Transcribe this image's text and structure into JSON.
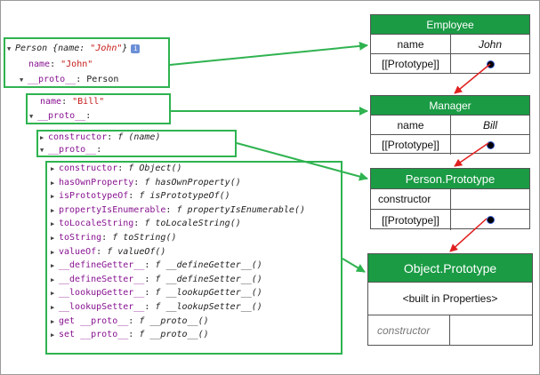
{
  "console": {
    "person_line": {
      "name": "Person",
      "preview_open": " {name: ",
      "preview_val": "\"John\"",
      "preview_close": "}"
    },
    "person_name": {
      "key": "name",
      "value": "\"John\""
    },
    "person_proto": {
      "key": "__proto__",
      "value": "Person"
    },
    "bill_name": {
      "key": "name",
      "value": "\"Bill\""
    },
    "bill_proto": {
      "key": "__proto__",
      "value": ""
    },
    "ctor_line": {
      "key": "constructor",
      "f": "f",
      "value": "(name)"
    },
    "ctor_proto": {
      "key": "__proto__"
    },
    "object_members": [
      {
        "key": "constructor",
        "f": "f",
        "value": "Object()"
      },
      {
        "key": "hasOwnProperty",
        "f": "f",
        "value": "hasOwnProperty()"
      },
      {
        "key": "isPrototypeOf",
        "f": "f",
        "value": "isPrototypeOf()"
      },
      {
        "key": "propertyIsEnumerable",
        "f": "f",
        "value": "propertyIsEnumerable()"
      },
      {
        "key": "toLocaleString",
        "f": "f",
        "value": "toLocaleString()"
      },
      {
        "key": "toString",
        "f": "f",
        "value": "toString()"
      },
      {
        "key": "valueOf",
        "f": "f",
        "value": "valueOf()"
      },
      {
        "key": "__defineGetter__",
        "f": "f",
        "value": "__defineGetter__()"
      },
      {
        "key": "__defineSetter__",
        "f": "f",
        "value": "__defineSetter__()"
      },
      {
        "key": "__lookupGetter__",
        "f": "f",
        "value": "__lookupGetter__()"
      },
      {
        "key": "__lookupSetter__",
        "f": "f",
        "value": "__lookupSetter__()"
      },
      {
        "key": "get __proto__",
        "f": "f",
        "value": "__proto__()"
      },
      {
        "key": "set __proto__",
        "f": "f",
        "value": "__proto__()"
      }
    ]
  },
  "cards": {
    "employee": {
      "title": "Employee",
      "prop_label": "name",
      "prop_value": "John",
      "proto_label": "[[Prototype]]"
    },
    "manager": {
      "title": "Manager",
      "prop_label": "name",
      "prop_value": "Bill",
      "proto_label": "[[Prototype]]"
    },
    "person_prototype": {
      "title": "Person.Prototype",
      "prop_label": "constructor",
      "prop_value": "",
      "proto_label": "[[Prototype]]"
    },
    "object_prototype": {
      "title": "Object.Prototype",
      "builtin_label": "<built in Properties>",
      "ctor_label": "constructor"
    }
  },
  "colors": {
    "highlight_green": "#2fb350",
    "header_green": "#1a9b44",
    "arrow_green": "#2fb350",
    "arrow_red": "#e02020",
    "key_purple": "#881391",
    "string_red": "#c41a16"
  }
}
